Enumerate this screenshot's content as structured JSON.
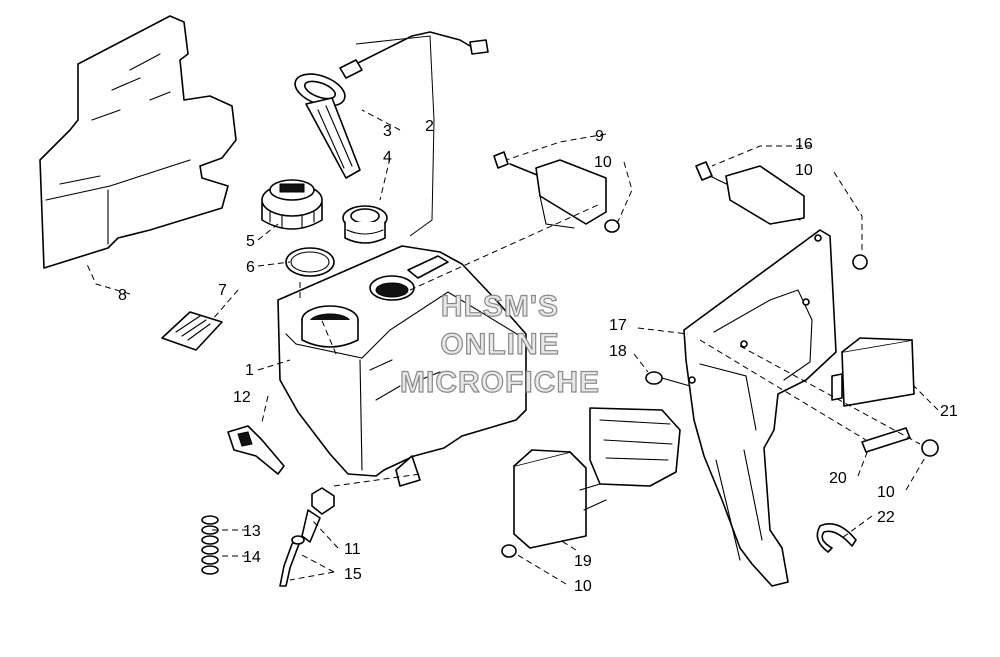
{
  "watermark": {
    "line1": "HLSM'S",
    "line2": "ONLINE",
    "line3": "MICROFICHE"
  },
  "callouts": {
    "c1": "1",
    "c2": "2",
    "c3": "3",
    "c4": "4",
    "c5": "5",
    "c6": "6",
    "c7": "7",
    "c8": "8",
    "c9": "9",
    "c10a": "10",
    "c10b": "10",
    "c10c": "10",
    "c10d": "10",
    "c11": "11",
    "c12": "12",
    "c13": "13",
    "c14": "14",
    "c15": "15",
    "c16": "16",
    "c17": "17",
    "c18": "18",
    "c19": "19",
    "c20": "20",
    "c21": "21",
    "c22": "22"
  }
}
